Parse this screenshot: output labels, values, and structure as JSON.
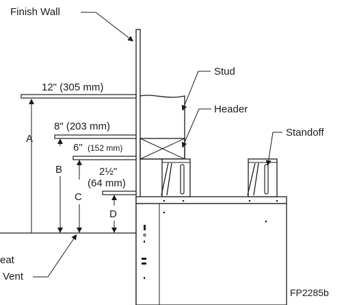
{
  "labels": {
    "finish_wall": "Finish Wall",
    "stud": "Stud",
    "header": "Header",
    "standoff": "Standoff",
    "dim_12": "12\" (305 mm)",
    "dim_8": "8\" (203 mm)",
    "dim_6": "6\"",
    "dim_6_mm": "(152 mm)",
    "dim_2half": "2½\"",
    "dim_2half_mm": "(64 mm)",
    "a": "A",
    "b": "B",
    "c": "C",
    "d": "D",
    "heat_vent_line1": "eat",
    "heat_vent_line2": "Vent",
    "figure_id": "FP2285b"
  }
}
